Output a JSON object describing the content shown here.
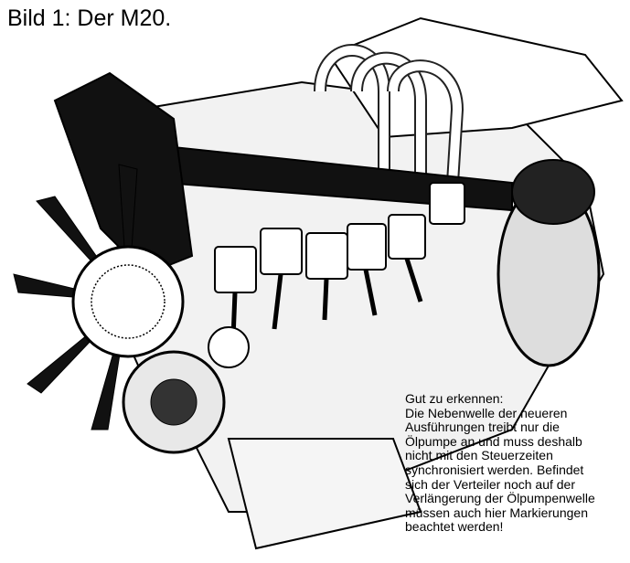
{
  "title": "Bild 1: Der M20.",
  "illustration": {
    "subject": "engine-cutaway"
  },
  "caption": {
    "lines": [
      "Gut zu erkennen:",
      "Die Nebenwelle der neueren",
      "Ausführungen treibt nur die",
      "Ölpumpe an und muss deshalb",
      "nicht mit den Steuerzeiten",
      "synchronisiert werden. Befindet",
      "sich der Verteiler noch auf der",
      "Verlängerung der Ölpumpenwelle",
      "müssen auch hier Markierungen",
      "beachtet werden!"
    ]
  }
}
